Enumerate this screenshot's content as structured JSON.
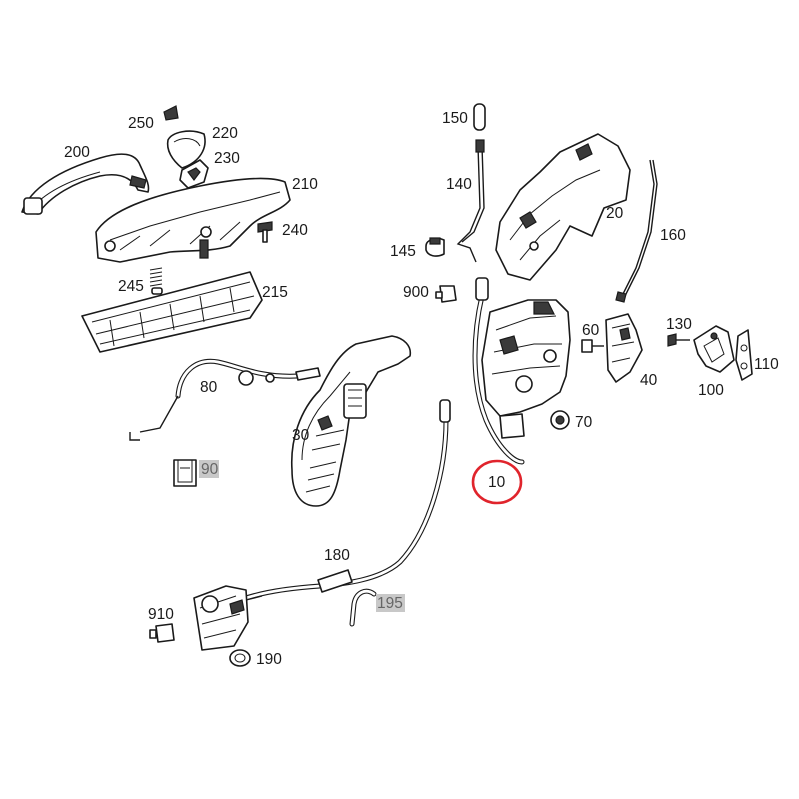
{
  "labels": {
    "p10": "10",
    "p20": "20",
    "p30": "30",
    "p40": "40",
    "p60": "60",
    "p70": "70",
    "p80": "80",
    "p90": "90",
    "p100": "100",
    "p110": "110",
    "p130": "130",
    "p140": "140",
    "p145": "145",
    "p150": "150",
    "p160": "160",
    "p180": "180",
    "p190": "190",
    "p195": "195",
    "p200": "200",
    "p210": "210",
    "p215": "215",
    "p220": "220",
    "p230": "230",
    "p240": "240",
    "p245": "245",
    "p250": "250",
    "p900": "900",
    "p910": "910"
  },
  "highlighted_part": "10",
  "greyed_parts": [
    "90",
    "195"
  ],
  "colors": {
    "highlight_ring": "#e0242c",
    "greyed_label_background": "#c8c8c8",
    "line_art": "#1a1a1a"
  }
}
